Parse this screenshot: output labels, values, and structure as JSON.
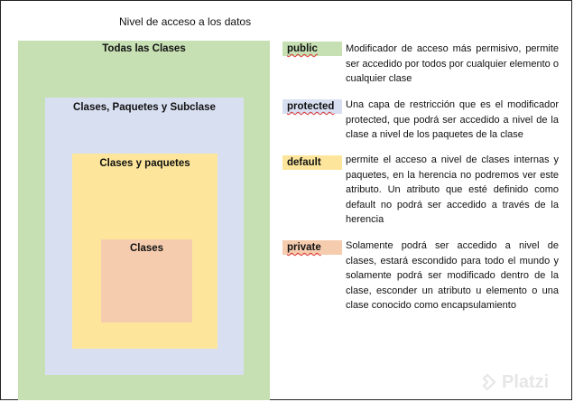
{
  "title": "Nivel de acceso a los datos",
  "boxes": {
    "todas": "Todas las Clases",
    "paquetes_subclase": "Clases, Paquetes y Subclase",
    "clases_paquetes": "Clases y paquetes",
    "clases": "Clases"
  },
  "modifiers": [
    {
      "name": "public",
      "color": "#c6dfb3",
      "description": "Modificador de acceso más permisivo, permite ser accedido por todos por cualquier elemento o cualquier clase"
    },
    {
      "name": "protected",
      "color": "#d8dff1",
      "description": "Una capa de restricción que es el modificador protected, que podrá ser accedido a nivel de la clase a nivel de los paquetes de la clase"
    },
    {
      "name": "default",
      "color": "#fde69b",
      "description": "permite el acceso a nivel de clases internas y paquetes, en la herencia no podremos ver este atributo. Un atributo que esté definido como default no podrá ser accedido a través de la herencia"
    },
    {
      "name": "private",
      "color": "#f6ccaf",
      "description": "Solamente podrá ser accedido a nivel de clases, estará escondido para todo el mundo y solamente podrá ser modificado dentro de la clase, esconder un atributo u elemento o una clase conocido como encapsulamiento"
    }
  ],
  "watermark": {
    "text": "Platzi",
    "icon": "platzi-logo-icon"
  }
}
